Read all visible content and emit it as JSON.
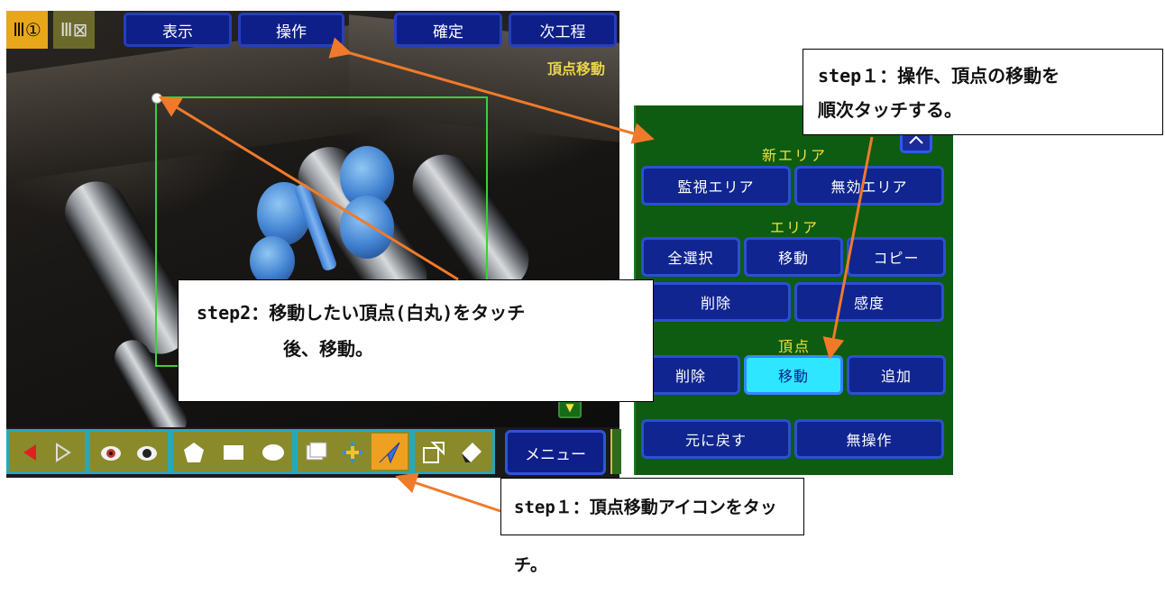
{
  "camera": {
    "mode_label": "頂点移動"
  },
  "top_bar": {
    "buttons": [
      "表示",
      "操作",
      "確定",
      "次工程"
    ]
  },
  "toolbar": {
    "menu_label": "メニュー",
    "icons": [
      "prev-arrow-icon",
      "next-arrow-icon",
      "eye-open-icon",
      "eye-closed-icon",
      "pentagon-icon",
      "rectangle-icon",
      "ellipse-icon",
      "copy-area-icon",
      "move-icon",
      "vertex-move-icon",
      "exclude-area-icon",
      "eraser-icon"
    ],
    "active_icon": "vertex-move-icon"
  },
  "panel": {
    "new_area": {
      "label": "新エリア",
      "buttons": [
        "監視エリア",
        "無効エリア"
      ]
    },
    "area": {
      "label": "エリア",
      "row1": [
        "全選択",
        "移動",
        "コピー"
      ],
      "row2": [
        "削除",
        "感度"
      ]
    },
    "vertex": {
      "label": "頂点",
      "buttons": [
        "削除",
        "移動",
        "追加"
      ],
      "active": "移動"
    },
    "bottom": [
      "元に戻す",
      "無操作"
    ]
  },
  "callouts": {
    "step1_operate": {
      "line1": "step１：操作、頂点の移動を",
      "line2": "順次タッチする。"
    },
    "step2": {
      "line1": "step2：移動したい頂点(白丸)をタッチ",
      "line2": "後、移動。"
    },
    "step1_icon": {
      "text": "step１：頂点移動アイコンをタッチ。"
    }
  },
  "colors": {
    "panel_bg": "#0e5c11",
    "button_bg": "#10258f",
    "button_active": "#2ee6ff",
    "label_yellow": "#f2e13c",
    "roi_green": "#3ccf3c",
    "arrow_orange": "#f07a2a"
  }
}
